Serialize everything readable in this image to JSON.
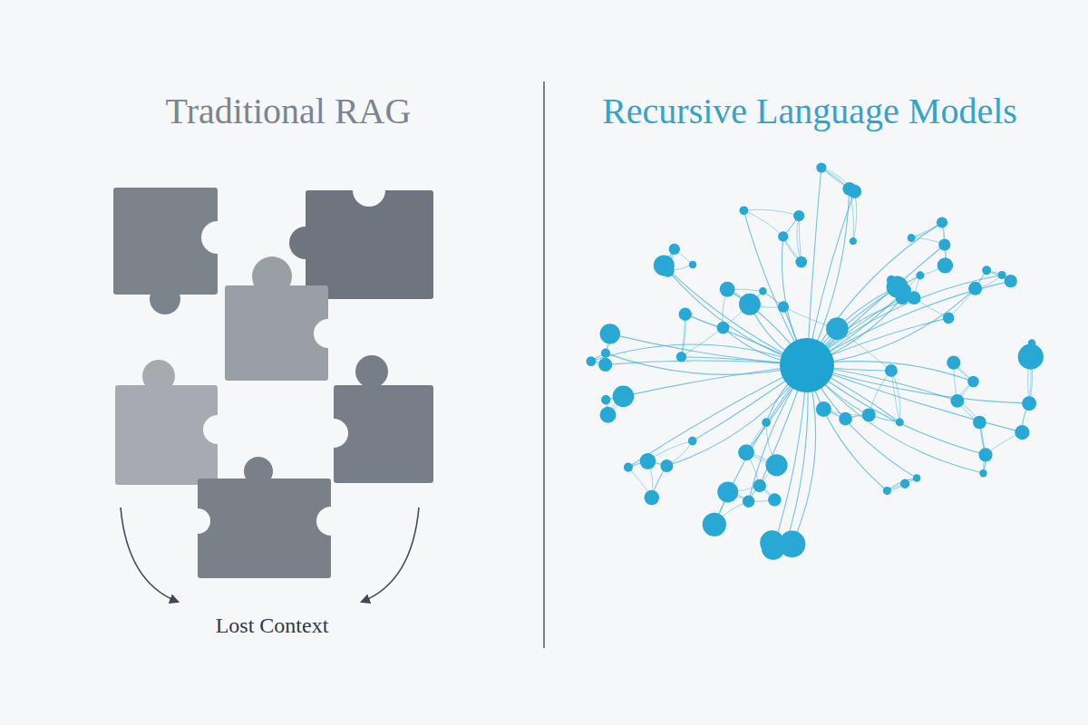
{
  "diagram": {
    "labels": [
      "Traditional RAG",
      "Recursive Language Models",
      "Lost Context"
    ]
  }
}
